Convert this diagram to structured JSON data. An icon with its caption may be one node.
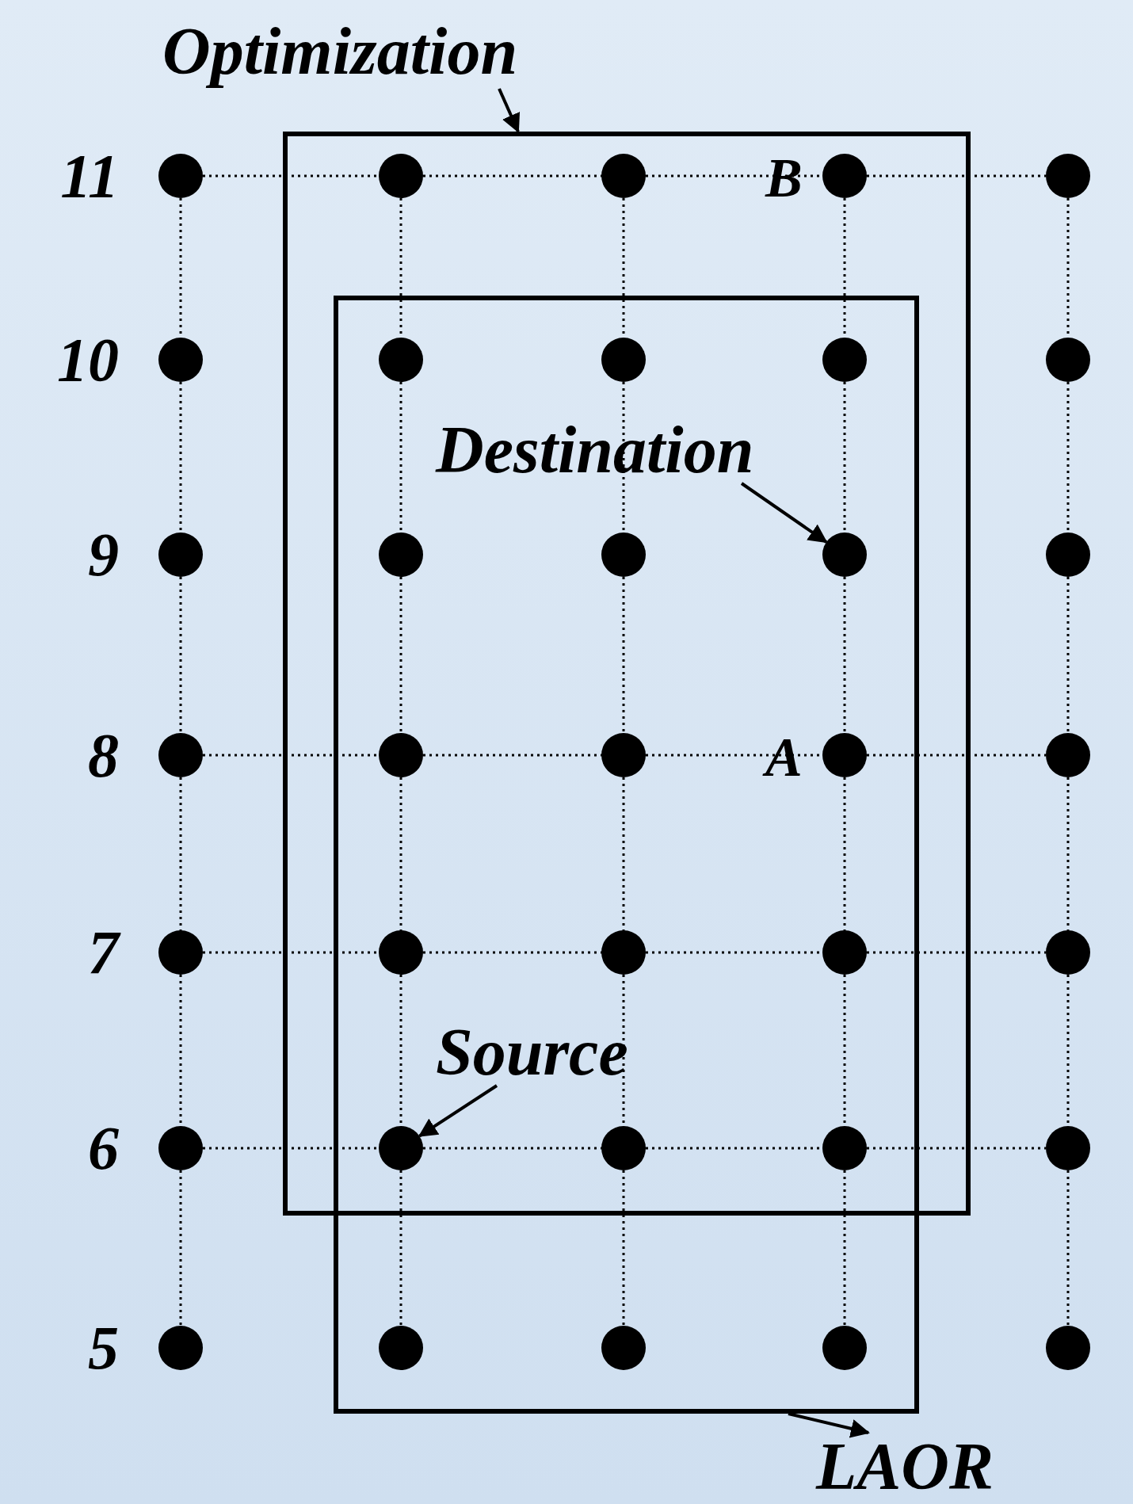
{
  "diagram": {
    "nodes": [
      {
        "text": [
          "Optimization"
        ]
      },
      {
        "text": [],
        "shape": "box"
      },
      {
        "text": [],
        "shape": "box"
      },
      {
        "text": [
          "Destination"
        ],
        "in": 2
      },
      {
        "text": [
          "Source"
        ],
        "in": 2
      },
      {
        "text": [
          "LAOR"
        ]
      },
      {
        "text": [],
        "shape": "circle"
      },
      {
        "text": [],
        "shape": "circle",
        "in": 1
      },
      {
        "text": [],
        "shape": "circle",
        "in": 1
      },
      {
        "text": [],
        "shape": "circle",
        "in": 1,
        "beside": [
          "B"
        ]
      },
      {
        "text": [],
        "shape": "circle"
      },
      {
        "text": [],
        "shape": "circle"
      },
      {
        "text": [],
        "shape": "circle",
        "in": 2
      },
      {
        "text": [],
        "shape": "circle",
        "in": 2
      },
      {
        "text": [],
        "shape": "circle",
        "in": 2
      },
      {
        "text": [],
        "shape": "circle"
      },
      {
        "text": [],
        "shape": "circle"
      },
      {
        "text": [],
        "shape": "circle",
        "in": 2
      },
      {
        "text": [],
        "shape": "circle",
        "in": 2
      },
      {
        "text": [],
        "shape": "circle",
        "in": 2
      },
      {
        "text": [],
        "shape": "circle"
      },
      {
        "text": [],
        "shape": "circle"
      },
      {
        "text": [],
        "shape": "circle",
        "in": 2
      },
      {
        "text": [],
        "shape": "circle",
        "in": 2
      },
      {
        "text": [],
        "shape": "circle",
        "in": 2,
        "beside": [
          "A"
        ]
      },
      {
        "text": [],
        "shape": "circle"
      },
      {
        "text": [],
        "shape": "circle"
      },
      {
        "text": [],
        "shape": "circle",
        "in": 2
      },
      {
        "text": [],
        "shape": "circle",
        "in": 2
      },
      {
        "text": [],
        "shape": "circle",
        "in": 2
      },
      {
        "text": [],
        "shape": "circle"
      },
      {
        "text": [],
        "shape": "circle"
      },
      {
        "text": [],
        "shape": "circle",
        "in": 2
      },
      {
        "text": [],
        "shape": "circle",
        "in": 2
      },
      {
        "text": [],
        "shape": "circle",
        "in": 2
      },
      {
        "text": [],
        "shape": "circle"
      },
      {
        "text": [],
        "shape": "circle"
      },
      {
        "text": [],
        "shape": "circle",
        "in": 2
      },
      {
        "text": [],
        "shape": "circle",
        "in": 2
      },
      {
        "text": [],
        "shape": "circle",
        "in": 2
      },
      {
        "text": [],
        "shape": "circle"
      }
    ],
    "edges": [
      {
        "from": 0,
        "to": 1,
        "arrow": "to"
      },
      {
        "from": 3,
        "to": 19,
        "arrow": "to"
      },
      {
        "from": 4,
        "to": 32,
        "arrow": "to"
      },
      {
        "from": 2,
        "to": 5,
        "arrow": "to"
      },
      {
        "from": 6,
        "to": 7,
        "arrow": "none",
        "style": "dashed"
      },
      {
        "from": 7,
        "to": 8,
        "arrow": "none",
        "style": "dashed"
      },
      {
        "from": 8,
        "to": 9,
        "arrow": "none",
        "style": "dashed"
      },
      {
        "from": 9,
        "to": 10,
        "arrow": "none",
        "style": "dashed"
      },
      {
        "from": 21,
        "to": 22,
        "arrow": "none",
        "style": "dashed"
      },
      {
        "from": 22,
        "to": 23,
        "arrow": "none",
        "style": "dashed"
      },
      {
        "from": 23,
        "to": 24,
        "arrow": "none",
        "style": "dashed"
      },
      {
        "from": 24,
        "to": 25,
        "arrow": "none",
        "style": "dashed"
      },
      {
        "from": 26,
        "to": 27,
        "arrow": "none",
        "style": "dashed"
      },
      {
        "from": 27,
        "to": 28,
        "arrow": "none",
        "style": "dashed"
      },
      {
        "from": 28,
        "to": 29,
        "arrow": "none",
        "style": "dashed"
      },
      {
        "from": 29,
        "to": 30,
        "arrow": "none",
        "style": "dashed"
      },
      {
        "from": 31,
        "to": 32,
        "arrow": "none",
        "style": "dashed"
      },
      {
        "from": 32,
        "to": 33,
        "arrow": "none",
        "style": "dashed"
      },
      {
        "from": 33,
        "to": 34,
        "arrow": "none",
        "style": "dashed"
      },
      {
        "from": 34,
        "to": 35,
        "arrow": "none",
        "style": "dashed"
      },
      {
        "from": 6,
        "to": 11,
        "arrow": "none",
        "style": "dashed"
      },
      {
        "from": 11,
        "to": 16,
        "arrow": "none",
        "style": "dashed"
      },
      {
        "from": 16,
        "to": 21,
        "arrow": "none",
        "style": "dashed"
      },
      {
        "from": 21,
        "to": 26,
        "arrow": "none",
        "style": "dashed"
      },
      {
        "from": 26,
        "to": 31,
        "arrow": "none",
        "style": "dashed"
      },
      {
        "from": 31,
        "to": 36,
        "arrow": "none",
        "style": "dashed"
      },
      {
        "from": 7,
        "to": 12,
        "arrow": "none",
        "style": "dashed"
      },
      {
        "from": 12,
        "to": 17,
        "arrow": "none",
        "style": "dashed"
      },
      {
        "from": 17,
        "to": 22,
        "arrow": "none",
        "style": "dashed"
      },
      {
        "from": 22,
        "to": 27,
        "arrow": "none",
        "style": "dashed"
      },
      {
        "from": 27,
        "to": 32,
        "arrow": "none",
        "style": "dashed"
      },
      {
        "from": 32,
        "to": 37,
        "arrow": "none",
        "style": "dashed"
      },
      {
        "from": 8,
        "to": 13,
        "arrow": "none",
        "style": "dashed"
      },
      {
        "from": 13,
        "to": 18,
        "arrow": "none",
        "style": "dashed"
      },
      {
        "from": 18,
        "to": 23,
        "arrow": "none",
        "style": "dashed"
      },
      {
        "from": 23,
        "to": 28,
        "arrow": "none",
        "style": "dashed"
      },
      {
        "from": 28,
        "to": 33,
        "arrow": "none",
        "style": "dashed"
      },
      {
        "from": 33,
        "to": 38,
        "arrow": "none",
        "style": "dashed"
      },
      {
        "from": 9,
        "to": 14,
        "arrow": "none",
        "style": "dashed"
      },
      {
        "from": 14,
        "to": 19,
        "arrow": "none",
        "style": "dashed"
      },
      {
        "from": 19,
        "to": 24,
        "arrow": "none",
        "style": "dashed"
      },
      {
        "from": 24,
        "to": 29,
        "arrow": "none",
        "style": "dashed"
      },
      {
        "from": 29,
        "to": 34,
        "arrow": "none",
        "style": "dashed"
      },
      {
        "from": 34,
        "to": 39,
        "arrow": "none",
        "style": "dashed"
      },
      {
        "from": 10,
        "to": 15,
        "arrow": "none",
        "style": "dashed"
      },
      {
        "from": 15,
        "to": 20,
        "arrow": "none",
        "style": "dashed"
      },
      {
        "from": 20,
        "to": 25,
        "arrow": "none",
        "style": "dashed"
      },
      {
        "from": 25,
        "to": 30,
        "arrow": "none",
        "style": "dashed"
      },
      {
        "from": 30,
        "to": 35,
        "arrow": "none",
        "style": "dashed"
      },
      {
        "from": 35,
        "to": 40,
        "arrow": "none",
        "style": "dashed"
      }
    ],
    "labels": [
      "11",
      "10",
      "9",
      "8",
      "7",
      "6",
      "5"
    ]
  }
}
